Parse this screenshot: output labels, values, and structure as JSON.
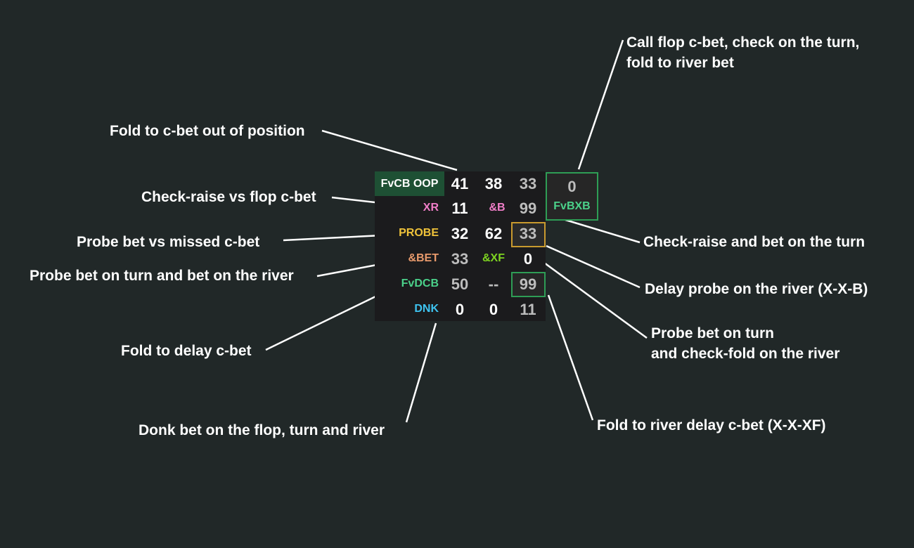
{
  "colors": {
    "background": "#212828",
    "hud_background": "#1b1b1d",
    "fvcb_label_bg": "#1e5034",
    "xr": "#f07ec8",
    "and_b": "#f07ec8",
    "probe": "#f0c33a",
    "and_bet": "#e89a6c",
    "and_xf": "#7ed321",
    "fvdcb": "#4bd18a",
    "dnk": "#3ec3f0",
    "fvbxb": "#4bd18a",
    "gold_border": "#c99a2e",
    "green_border": "#2e9d55"
  },
  "hud": {
    "row1": {
      "label": "FvCB OOP",
      "v1": "41",
      "v2": "38",
      "v3": "33"
    },
    "row2": {
      "label": "XR",
      "v1": "11",
      "mid_label": "&B",
      "v3": "99"
    },
    "row3": {
      "label": "PROBE",
      "v1": "32",
      "v2": "62",
      "v3": "33"
    },
    "row4": {
      "label": "&BET",
      "v1": "33",
      "mid_label": "&XF",
      "v3": "0"
    },
    "row5": {
      "label": "FvDCB",
      "v1": "50",
      "v2": "--",
      "v3": "99"
    },
    "row6": {
      "label": "DNK",
      "v1": "0",
      "v2": "0",
      "v3": "11"
    },
    "side": {
      "value": "0",
      "label": "FvBXB"
    }
  },
  "callouts": {
    "fold_cbet_oop": "Fold to c-bet out of position",
    "check_raise": "Check-raise vs flop c-bet",
    "probe_missed": "Probe bet vs missed c-bet",
    "probe_turn_river": "Probe bet on turn and bet on the river",
    "fold_delay": "Fold to delay c-bet",
    "donk": "Donk bet on the flop, turn and river",
    "call_flop_line1": "Call flop c-bet, check on the turn,",
    "call_flop_line2": "fold to river bet",
    "check_raise_bet_turn": "Check-raise and bet on the turn",
    "delay_probe_river": "Delay probe on the river (X-X-B)",
    "probe_turn_cf_line1": "Probe bet on turn",
    "probe_turn_cf_line2": "and check-fold on the river",
    "fold_river_delay": "Fold to river delay c-bet (X-X-XF)"
  }
}
